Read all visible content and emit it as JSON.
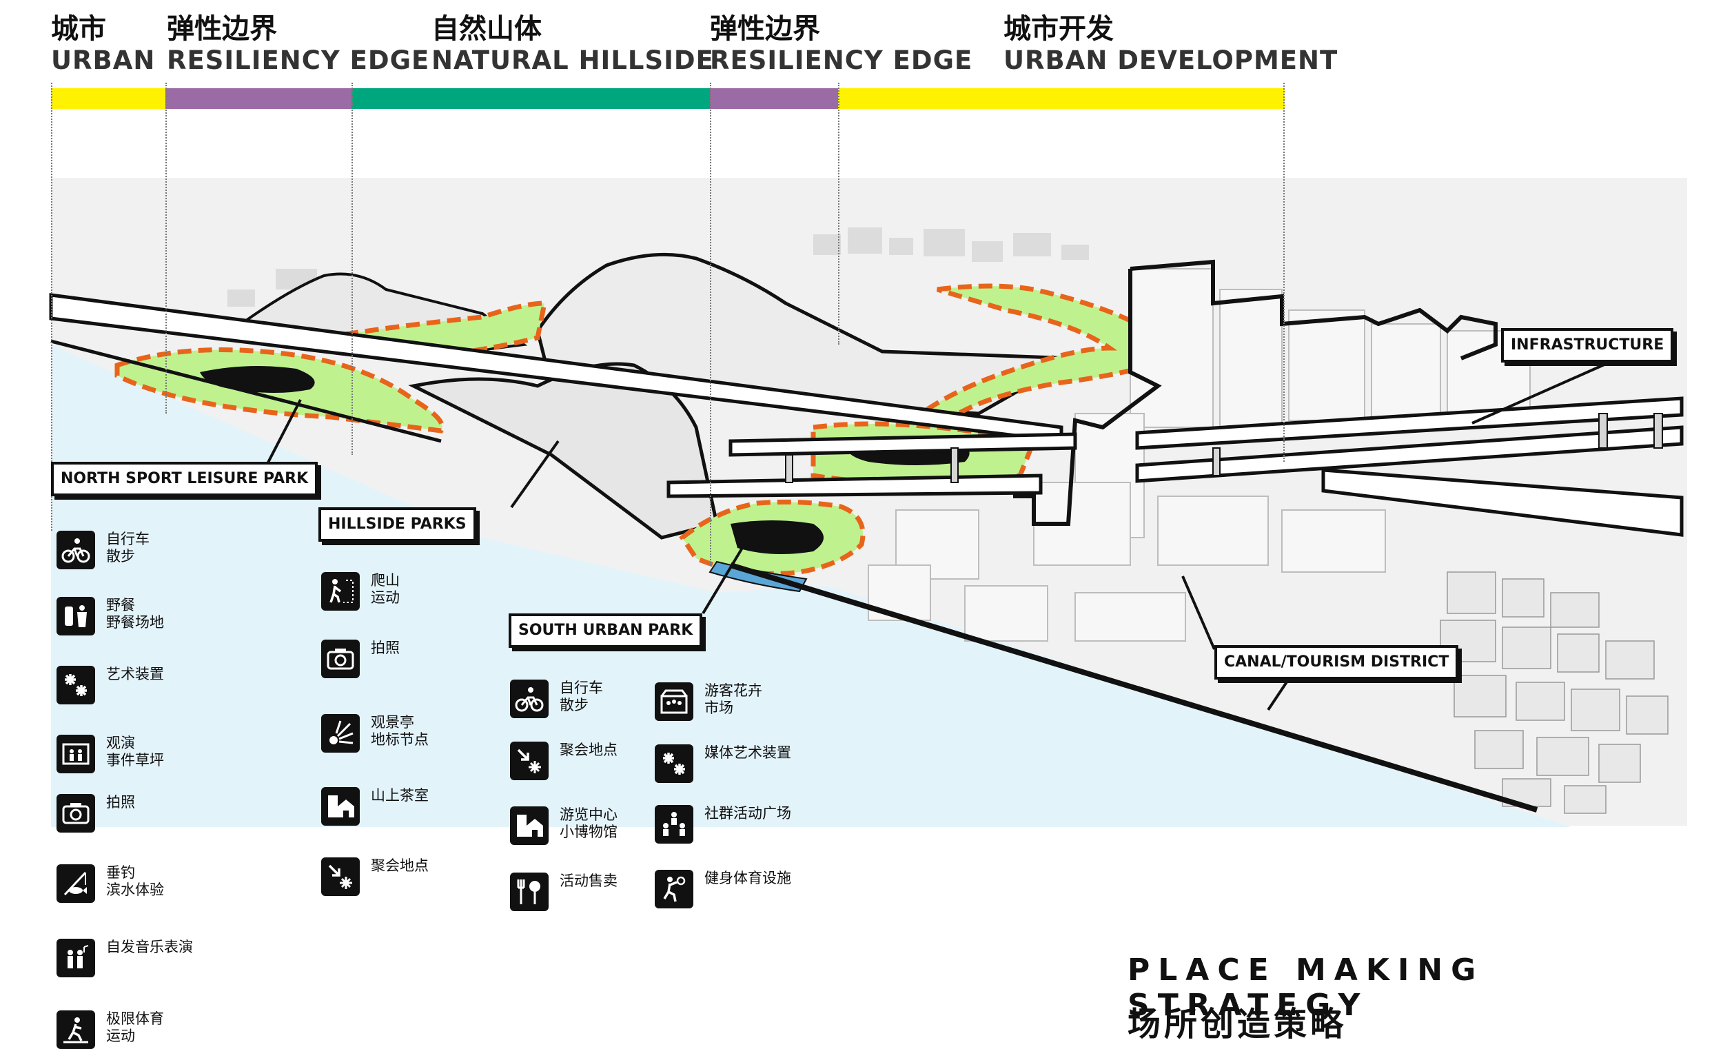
{
  "zones": [
    {
      "zh": "城市",
      "en": "URBAN",
      "color": "#fff200"
    },
    {
      "zh": "弹性边界",
      "en": "RESILIENCY EDGE",
      "color": "#9b6ba5"
    },
    {
      "zh": "自然山体",
      "en": "NATURAL HILLSIDE",
      "color": "#00a67e"
    },
    {
      "zh": "弹性边界",
      "en": "RESILIENCY EDGE",
      "color": "#9b6ba5"
    },
    {
      "zh": "城市开发",
      "en": "URBAN DEVELOPMENT",
      "color": "#fff200"
    }
  ],
  "callouts": {
    "north": "NORTH SPORT LEISURE PARK",
    "hillside": "HILLSIDE PARKS",
    "south": "SOUTH URBAN PARK",
    "infrastructure": "INFRASTRUCTURE",
    "canal": "CANAL/TOURISM DISTRICT"
  },
  "legend": {
    "north": [
      {
        "icon": "bicycle-icon",
        "lines": [
          "自行车",
          "散步"
        ]
      },
      {
        "icon": "picnic-icon",
        "lines": [
          "野餐",
          "野餐场地"
        ]
      },
      {
        "icon": "art-installation-icon",
        "lines": [
          "艺术装置"
        ]
      },
      {
        "icon": "performance-stage-icon",
        "lines": [
          "观演",
          "事件草坪"
        ]
      },
      {
        "icon": "camera-icon",
        "lines": [
          "拍照"
        ]
      },
      {
        "icon": "fishing-icon",
        "lines": [
          "垂钓",
          "滨水体验"
        ]
      },
      {
        "icon": "music-performance-icon",
        "lines": [
          "自发音乐表演"
        ]
      },
      {
        "icon": "extreme-sports-icon",
        "lines": [
          "极限体育",
          "运动"
        ]
      }
    ],
    "hillside": [
      {
        "icon": "hiking-icon",
        "lines": [
          "爬山",
          "运动"
        ]
      },
      {
        "icon": "camera-icon",
        "lines": [
          "拍照"
        ]
      },
      {
        "icon": "viewpoint-icon",
        "lines": [
          "观景亭",
          "地标节点"
        ]
      },
      {
        "icon": "teahouse-icon",
        "lines": [
          "山上茶室"
        ]
      },
      {
        "icon": "gathering-point-icon",
        "lines": [
          "聚会地点"
        ]
      }
    ],
    "south_a": [
      {
        "icon": "bicycle-icon",
        "lines": [
          "自行车",
          "散步"
        ]
      },
      {
        "icon": "gathering-point-icon",
        "lines": [
          "聚会地点"
        ]
      },
      {
        "icon": "visitor-center-icon",
        "lines": [
          "游览中心",
          "小博物馆"
        ]
      },
      {
        "icon": "food-vending-icon",
        "lines": [
          "活动售卖"
        ]
      }
    ],
    "south_b": [
      {
        "icon": "flower-market-icon",
        "lines": [
          "游客花卉",
          "市场"
        ]
      },
      {
        "icon": "media-art-icon",
        "lines": [
          "媒体艺术装置"
        ]
      },
      {
        "icon": "community-plaza-icon",
        "lines": [
          "社群活动广场"
        ]
      },
      {
        "icon": "fitness-icon",
        "lines": [
          "健身体育设施"
        ]
      }
    ]
  },
  "footer": {
    "title_en": "PLACE MAKING STRATEGY",
    "title_zh": "场所创造策略"
  },
  "colors": {
    "park_green": "#bff28f",
    "edge_orange": "#e8641b",
    "water": "#e3f3fa",
    "canal_blue": "#5aa6d6"
  }
}
